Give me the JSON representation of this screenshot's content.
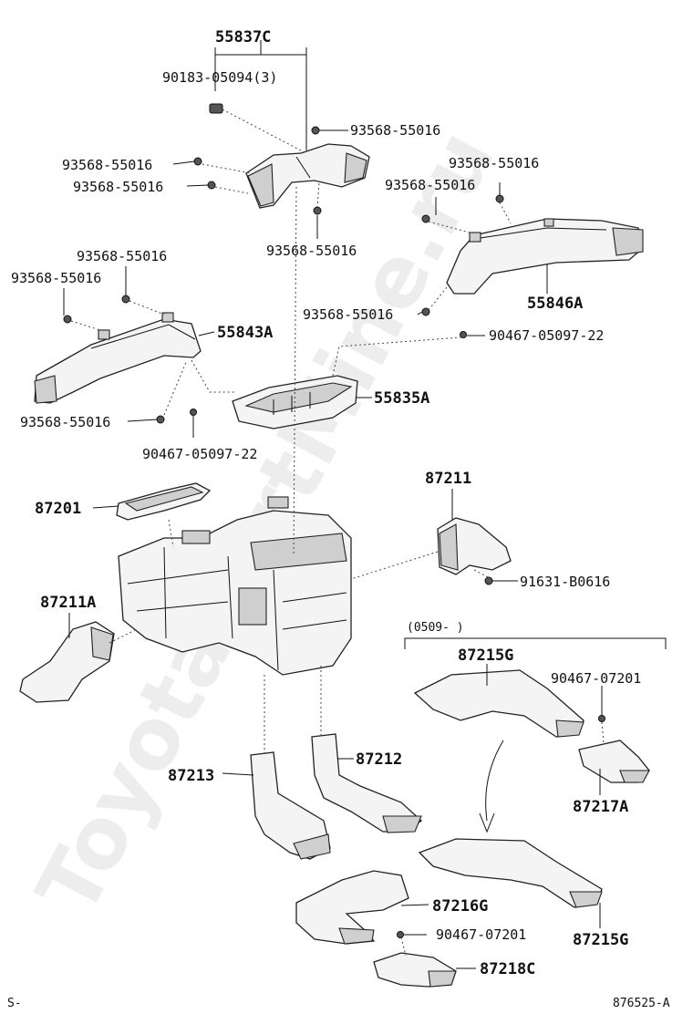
{
  "watermark": "ToyotaPartMine.ru",
  "labels": {
    "p55837C": "55837C",
    "p90183": "90183-05094(3)",
    "s1": "93568-55016",
    "s2": "93568-55016",
    "s3": "93568-55016",
    "s4": "93568-55016",
    "s5": "93568-55016",
    "s6": "93568-55016",
    "s7": "93568-55016",
    "s8": "93568-55016",
    "s9": "93568-55016",
    "s10": "93568-55016",
    "p55846A": "55846A",
    "p90467a": "90467-05097-22",
    "p55843A": "55843A",
    "p55835A": "55835A",
    "p90467b": "90467-05097-22",
    "p87211": "87211",
    "p87201": "87201",
    "p91631": "91631-B0616",
    "p87211A": "87211A",
    "range": "(0509-          )",
    "p87215G_top": "87215G",
    "p90467_07201a": "90467-07201",
    "p87217A": "87217A",
    "p87213": "87213",
    "p87212": "87212",
    "p87216G": "87216G",
    "p90467_07201b": "90467-07201",
    "p87215G_bot": "87215G",
    "p87218C": "87218C",
    "corner_left": "S-",
    "corner_right": "876525-A"
  }
}
